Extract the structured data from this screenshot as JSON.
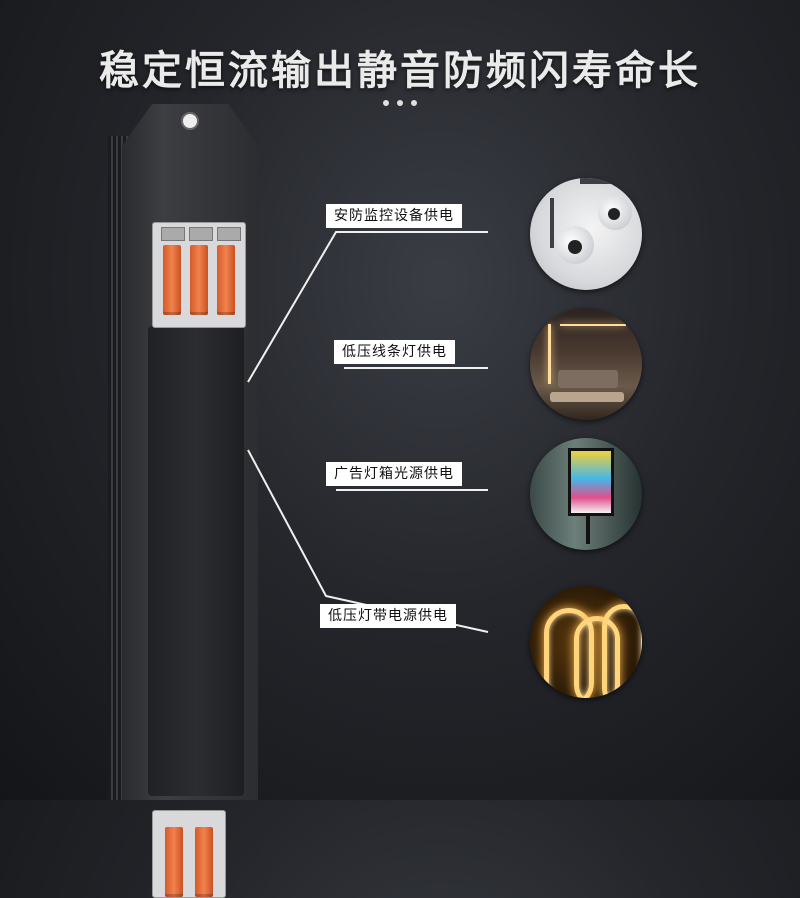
{
  "headline": "稳定恒流输出静音防频闪寿命长",
  "applications": [
    {
      "label": "安防监控设备供电",
      "image": "security-camera"
    },
    {
      "label": "低压线条灯供电",
      "image": "linear-light-living-room"
    },
    {
      "label": "广告灯箱光源供电",
      "image": "advertising-lightbox"
    },
    {
      "label": "低压灯带电源供电",
      "image": "led-strip"
    }
  ],
  "colors": {
    "background": "#24262b",
    "terminal_lever": "#f2824d",
    "label_bg": "#ffffff"
  }
}
